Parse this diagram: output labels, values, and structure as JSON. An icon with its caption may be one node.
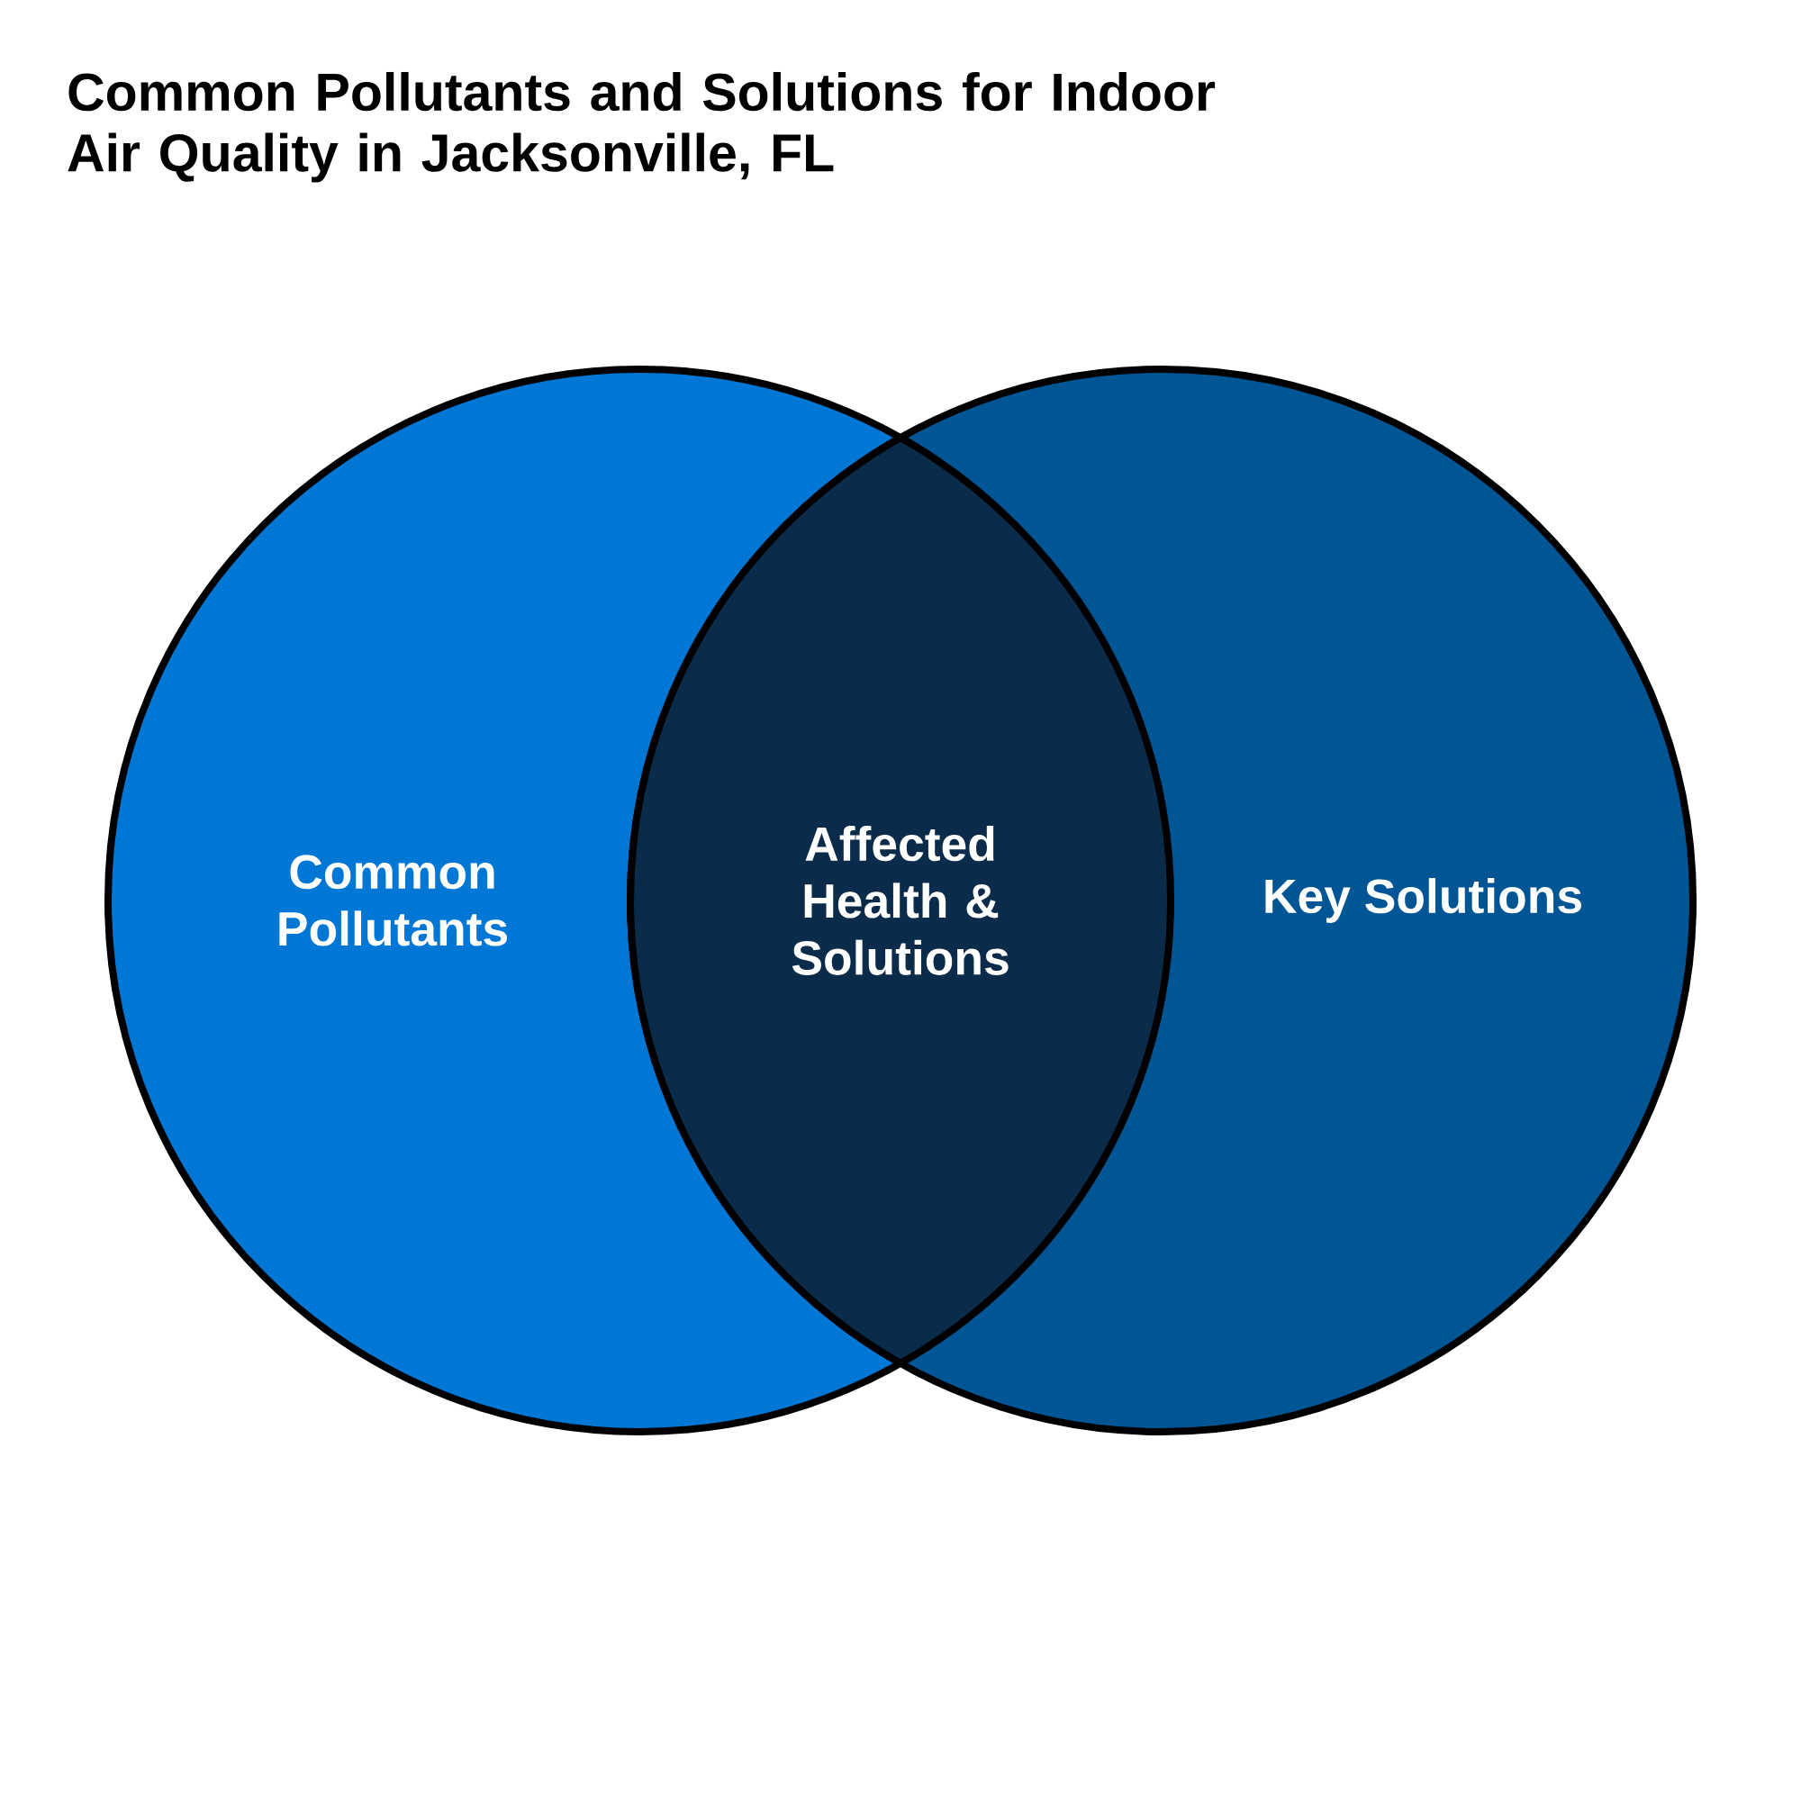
{
  "diagram": {
    "title": "Common Pollutants and Solutions for Indoor Air Quality in Jacksonville, FL",
    "nodes": [
      {
        "text": [
          "Common Pollutants"
        ]
      },
      {
        "text": [
          "Key Solutions"
        ]
      },
      {
        "text": [
          "Affected Health & Solutions"
        ]
      }
    ]
  }
}
